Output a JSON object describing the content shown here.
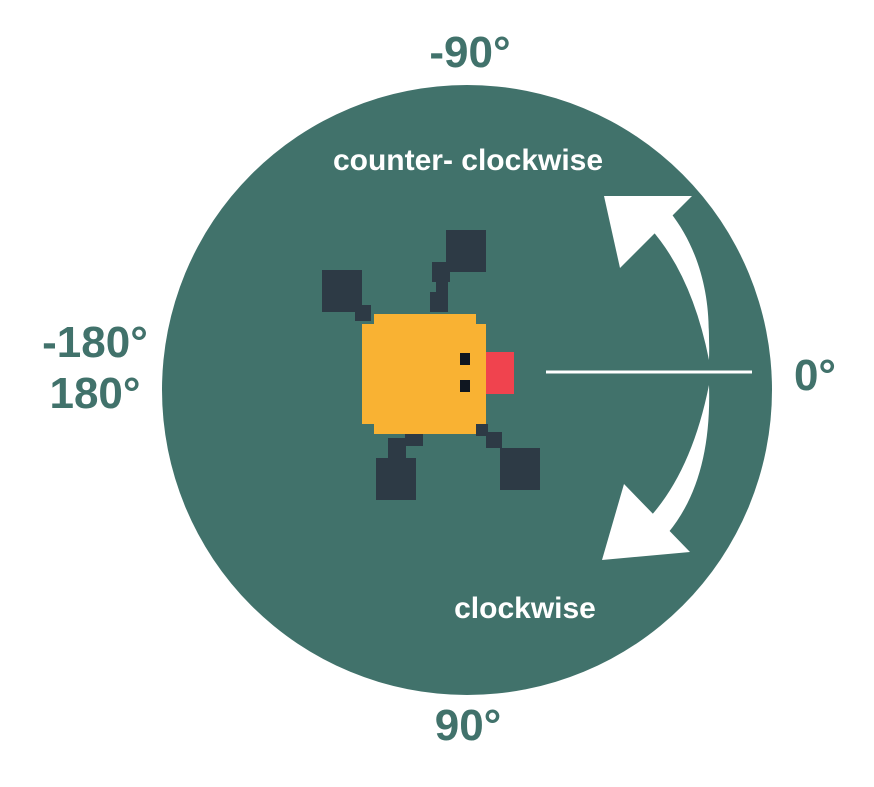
{
  "colors": {
    "circle": "#41726b",
    "label": "#41726b",
    "arrow": "#ffffff",
    "turtle_body": "#f9b233",
    "turtle_limbs": "#2d3a45",
    "turtle_beak": "#f0434e",
    "turtle_eyes": "#0f1620"
  },
  "labels": {
    "top": "-90°",
    "right": "0°",
    "bottom": "90°",
    "left_top": "-180°",
    "left_bottom": "180°",
    "counter_clockwise": "counter- clockwise",
    "clockwise": "clockwise"
  },
  "icons": {
    "turtle": "turtle-icon",
    "ccw_arrow": "counter-clockwise-arrow-icon",
    "cw_arrow": "clockwise-arrow-icon"
  }
}
